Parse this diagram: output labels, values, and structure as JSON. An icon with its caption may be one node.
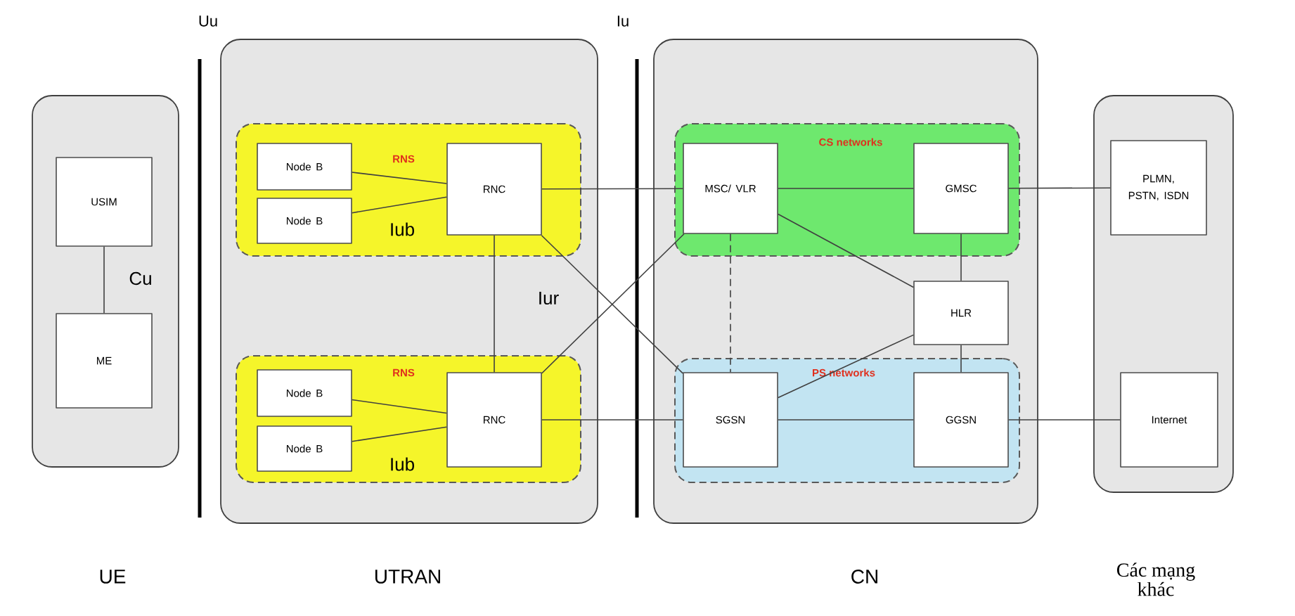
{
  "diagram": {
    "nodes": [
      {
        "text": [],
        "shape": "box"
      },
      {
        "text": [
          "USIM"
        ],
        "in": 0
      },
      {
        "text": [
          "ME"
        ],
        "in": 0
      },
      {
        "text": [],
        "shape": "box"
      },
      {
        "text": [
          "RNS"
        ],
        "in": 3
      },
      {
        "text": [
          "Node B"
        ],
        "in": 4
      },
      {
        "text": [
          "Node B"
        ],
        "in": 4
      },
      {
        "text": [
          "RNC"
        ],
        "in": 4
      },
      {
        "text": [
          "RNS"
        ],
        "in": 3
      },
      {
        "text": [
          "Node B"
        ],
        "in": 8
      },
      {
        "text": [
          "Node B"
        ],
        "in": 8
      },
      {
        "text": [
          "RNC"
        ],
        "in": 8
      },
      {
        "text": [],
        "shape": "box"
      },
      {
        "text": [
          "CS networks"
        ],
        "in": 12
      },
      {
        "text": [
          "MSC/ VLR"
        ],
        "in": 13
      },
      {
        "text": [
          "GMSC"
        ],
        "in": 13
      },
      {
        "text": [
          "HLR"
        ],
        "in": 12
      },
      {
        "text": [
          "PS networks"
        ],
        "in": 12
      },
      {
        "text": [
          "SGSN"
        ],
        "in": 17
      },
      {
        "text": [
          "GGSN"
        ],
        "in": 17
      },
      {
        "text": [],
        "shape": "box"
      },
      {
        "text": [
          "PLMN, PSTN, ISDN"
        ],
        "in": 20
      },
      {
        "text": [
          "Internet"
        ],
        "in": 20
      }
    ],
    "edges": [
      {
        "from": 1,
        "to": 2,
        "arrow": "none",
        "label": "Cu"
      },
      {
        "from": 5,
        "to": 7,
        "arrow": "none"
      },
      {
        "from": 6,
        "to": 7,
        "arrow": "none",
        "label": "Iub"
      },
      {
        "from": 9,
        "to": 11,
        "arrow": "none"
      },
      {
        "from": 10,
        "to": 11,
        "arrow": "none",
        "label": "Iub"
      },
      {
        "from": 7,
        "to": 11,
        "arrow": "none",
        "label": "Iur"
      },
      {
        "from": 7,
        "to": 14,
        "arrow": "none"
      },
      {
        "from": 7,
        "to": 18,
        "arrow": "none"
      },
      {
        "from": 11,
        "to": 14,
        "arrow": "none"
      },
      {
        "from": 11,
        "to": 18,
        "arrow": "none"
      },
      {
        "from": 14,
        "to": 15,
        "arrow": "none"
      },
      {
        "from": 15,
        "to": 21,
        "arrow": "none"
      },
      {
        "from": 15,
        "to": 16,
        "arrow": "none"
      },
      {
        "from": 14,
        "to": 16,
        "arrow": "none"
      },
      {
        "from": 14,
        "to": 18,
        "arrow": "none",
        "style": "dashed"
      },
      {
        "from": 18,
        "to": 16,
        "arrow": "none"
      },
      {
        "from": 16,
        "to": 19,
        "arrow": "none"
      },
      {
        "from": 18,
        "to": 19,
        "arrow": "none"
      },
      {
        "from": 19,
        "to": 22,
        "arrow": "none"
      }
    ],
    "labels": [
      "Uu",
      "Iu",
      "UE",
      "UTRAN",
      "CN",
      "Các mạng khác"
    ]
  }
}
